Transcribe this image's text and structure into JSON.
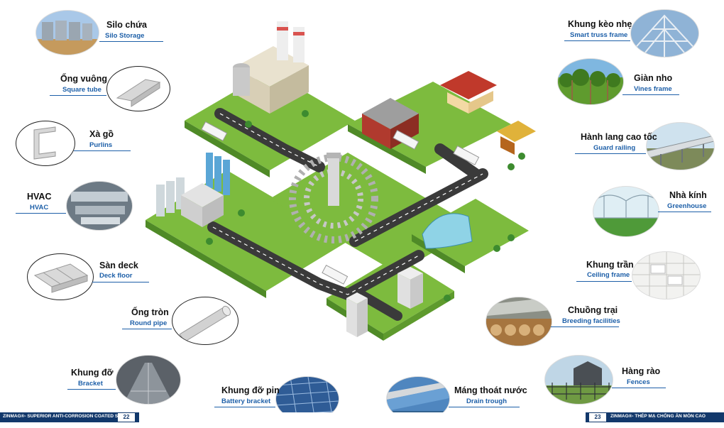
{
  "left_items": [
    {
      "vi": "Silo chứa",
      "en": "Silo Storage",
      "icon": "silo-photo"
    },
    {
      "vi": "Ống vuông",
      "en": "Square tube",
      "icon": "square-tube-photo"
    },
    {
      "vi": "Xà gồ",
      "en": "Purlins",
      "icon": "purlin-photo"
    },
    {
      "vi": "HVAC",
      "en": "HVAC",
      "icon": "hvac-duct-photo"
    },
    {
      "vi": "Sàn deck",
      "en": "Deck floor",
      "icon": "deck-floor-photo"
    },
    {
      "vi": "Ống tròn",
      "en": "Round pipe",
      "icon": "round-pipe-photo"
    },
    {
      "vi": "Khung đỡ",
      "en": "Bracket",
      "icon": "bracket-photo"
    },
    {
      "vi": "Khung đỡ pin",
      "en": "Battery bracket",
      "icon": "solar-panel-photo"
    }
  ],
  "right_items": [
    {
      "vi": "Khung kèo nhẹ",
      "en": "Smart truss frame",
      "icon": "truss-photo"
    },
    {
      "vi": "Giàn nho",
      "en": "Vines frame",
      "icon": "vine-photo"
    },
    {
      "vi": "Hành lang cao tốc",
      "en": "Guard railing",
      "icon": "guard-rail-photo"
    },
    {
      "vi": "Nhà kính",
      "en": "Greenhouse",
      "icon": "greenhouse-photo"
    },
    {
      "vi": "Khung trần",
      "en": "Ceiling frame",
      "icon": "ceiling-photo"
    },
    {
      "vi": "Chuồng trại",
      "en": "Breeding facilities",
      "icon": "barn-photo"
    },
    {
      "vi": "Hàng rào",
      "en": "Fences",
      "icon": "fence-photo"
    },
    {
      "vi": "Máng thoát nước",
      "en": "Drain trough",
      "icon": "drain-photo"
    }
  ],
  "footer": {
    "left_text": "ZINMAG®- SUPERIOR ANTI-CORROSION COATED STEEL",
    "left_page": "22",
    "right_page": "23",
    "right_text": "ZINMAG®- THÉP MẠ CHỐNG ĂN MÒN CAO"
  },
  "colors": {
    "accent": "#1d5fa8",
    "footer_bar": "#12386b",
    "grass": "#7dbb3e",
    "road": "#3a3a3a"
  }
}
